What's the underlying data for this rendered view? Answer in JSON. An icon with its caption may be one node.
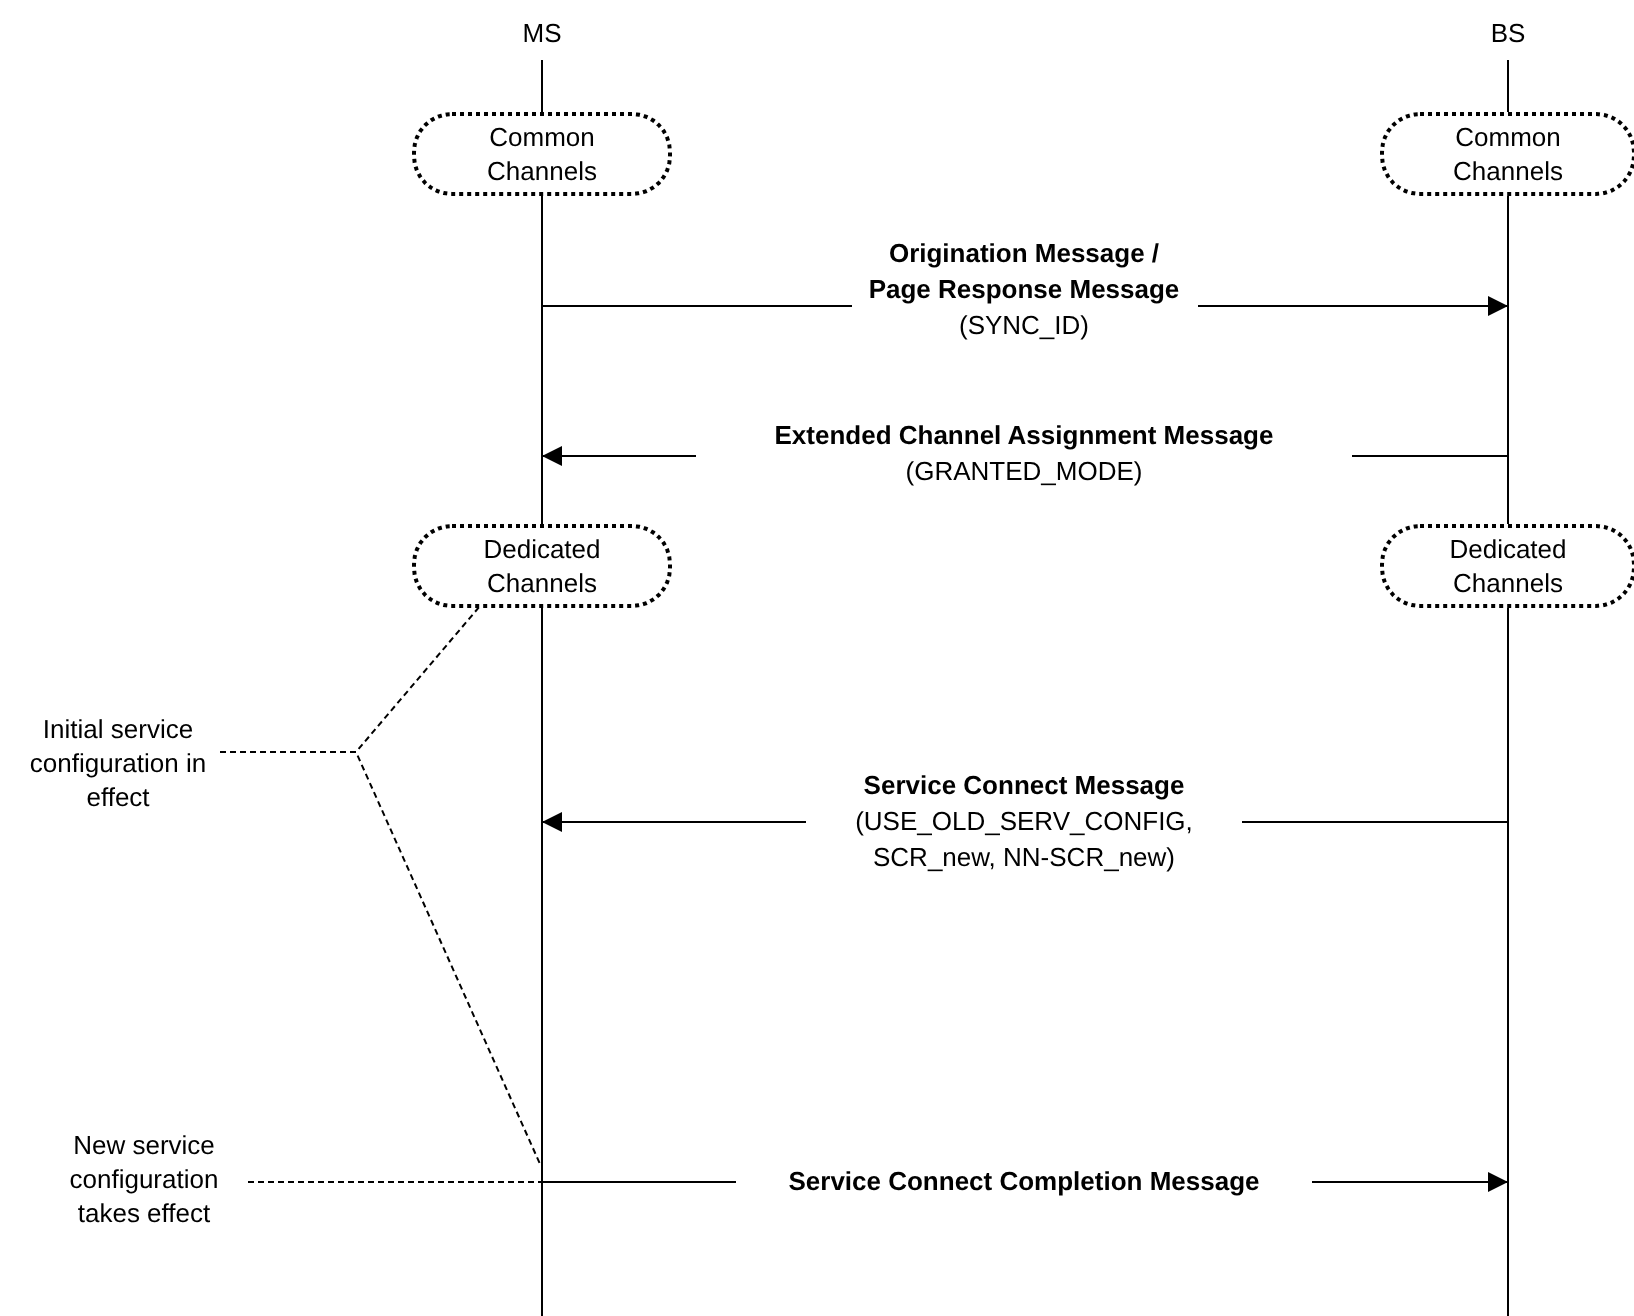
{
  "diagram": {
    "nodes": [
      {
        "text": [
          "MS"
        ]
      },
      {
        "text": [
          "BS"
        ]
      },
      {
        "text": [
          "Common Channels"
        ]
      },
      {
        "text": [
          "Common Channels"
        ]
      },
      {
        "text": [
          "Dedicated Channels"
        ]
      },
      {
        "text": [
          "Dedicated Channels"
        ]
      },
      {
        "text": [
          "Initial service configuration in effect"
        ]
      },
      {
        "text": [
          "New service configuration takes effect"
        ]
      }
    ],
    "edges": [
      {
        "from": 0,
        "to": 1,
        "arrow": "to",
        "label": "**Origination Message / Page Response Message** (SYNC_ID)"
      },
      {
        "from": 1,
        "to": 0,
        "arrow": "to",
        "label": "**Extended Channel Assignment Message** (GRANTED_MODE)"
      },
      {
        "from": 1,
        "to": 0,
        "arrow": "to",
        "label": "**Service Connect Message** (USE_OLD_SERV_CONFIG, SCR_new, NN-SCR_new)"
      },
      {
        "from": 0,
        "to": 1,
        "arrow": "to",
        "label": "**Service Connect Completion Message**"
      },
      {
        "from": 6,
        "to": 4,
        "arrow": "none",
        "style": "dashed"
      },
      {
        "from": 6,
        "to": 0,
        "arrow": "none",
        "style": "dashed"
      },
      {
        "from": 7,
        "to": 0,
        "arrow": "none",
        "style": "dashed"
      }
    ]
  }
}
